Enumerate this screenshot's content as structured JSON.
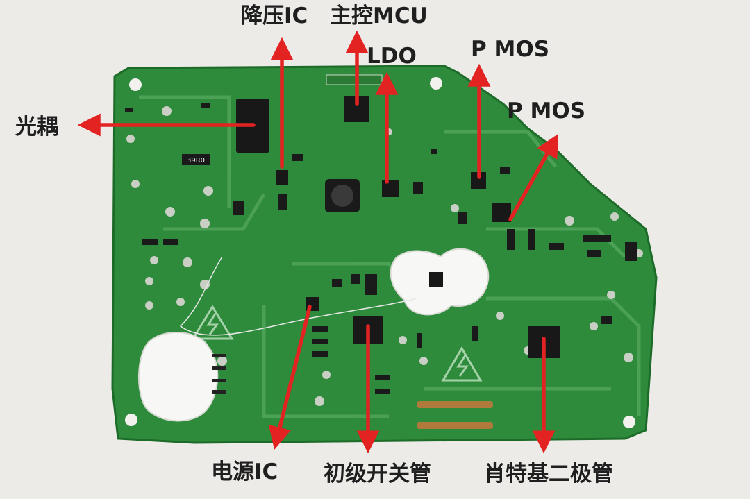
{
  "labels": {
    "buck_ic": "降压IC",
    "main_mcu": "主控MCU",
    "ldo": "LDO",
    "p_mos_1": "P MOS",
    "p_mos_2": "P MOS",
    "optocoupler": "光耦",
    "power_ic": "电源IC",
    "primary_switch": "初级开关管",
    "schottky_diode": "肖特基二极管"
  },
  "board_marking": {
    "resistor_code": "39R0"
  },
  "colors": {
    "background": "#ecebe8",
    "pcb_green": "#2f8b3c",
    "arrow_red": "#e32222",
    "label_text": "#1f1f1f"
  }
}
